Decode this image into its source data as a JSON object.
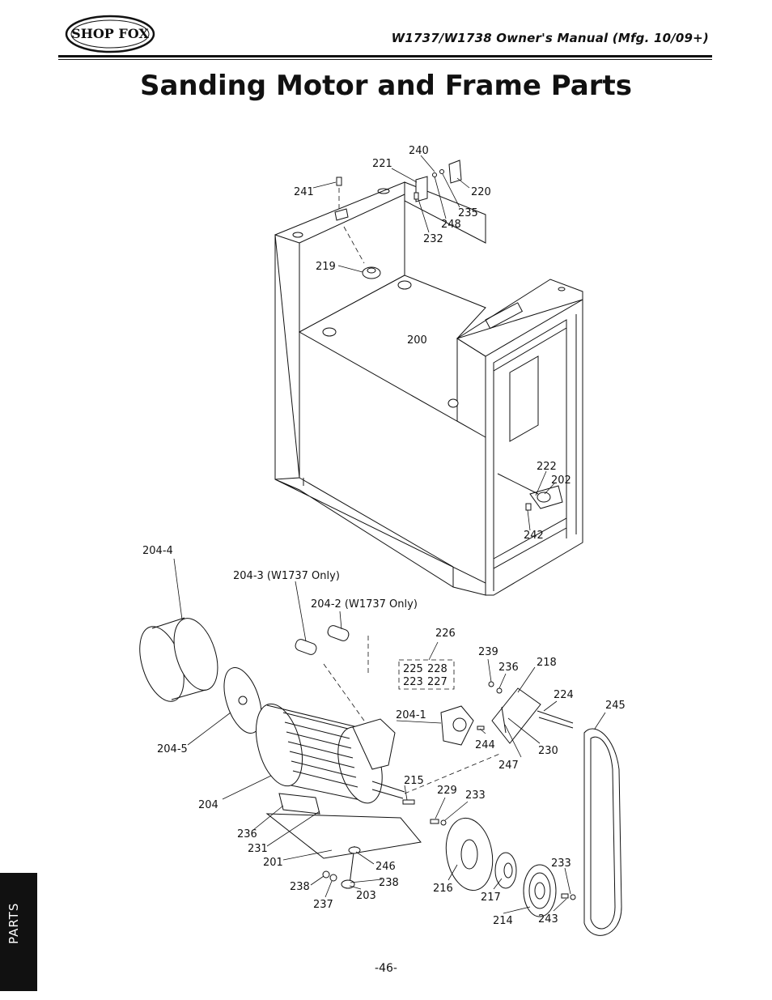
{
  "header": {
    "logo_text": "SHOP FOX",
    "manual_title": "W1737/W1738 Owner's Manual (Mfg. 10/09+)"
  },
  "page_title": "Sanding Motor and Frame Parts",
  "side_tab": "PARTS",
  "page_number": "-46-",
  "callouts": {
    "c240": "240",
    "c221": "221",
    "c241": "241",
    "c220": "220",
    "c235": "235",
    "c248": "248",
    "c232": "232",
    "c219": "219",
    "c200": "200",
    "c222": "222",
    "c202": "202",
    "c242": "242",
    "c204_4": "204-4",
    "c204_3": "204-3 (W1737 Only)",
    "c204_2": "204-2 (W1737 Only)",
    "c226": "226",
    "c225": "225",
    "c228": "228",
    "c223": "223",
    "c227": "227",
    "c239": "239",
    "c236a": "236",
    "c218": "218",
    "c224": "224",
    "c245": "245",
    "c204_1": "204-1",
    "c244": "244",
    "c230": "230",
    "c247": "247",
    "c204_5": "204-5",
    "c215": "215",
    "c229": "229",
    "c233a": "233",
    "c204": "204",
    "c236b": "236",
    "c231": "231",
    "c201": "201",
    "c246": "246",
    "c238a": "238",
    "c238b": "238",
    "c237": "237",
    "c203": "203",
    "c216": "216",
    "c217": "217",
    "c233b": "233",
    "c214": "214",
    "c243": "243"
  }
}
